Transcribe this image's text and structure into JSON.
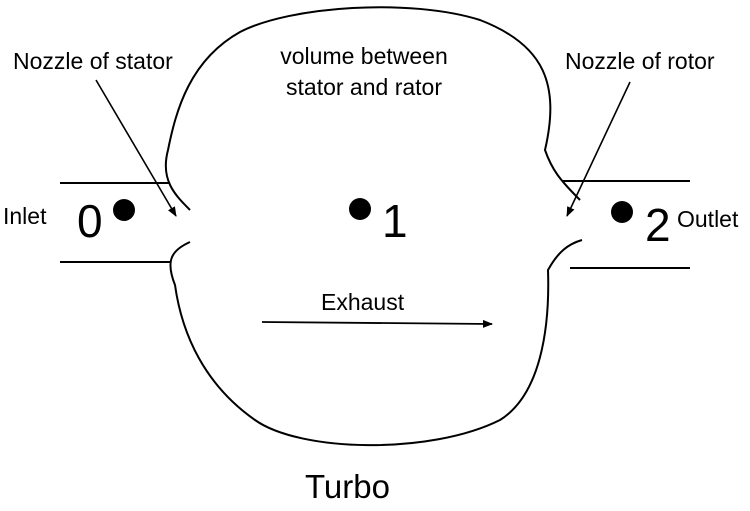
{
  "labels": {
    "nozzle_stator": "Nozzle of stator",
    "nozzle_rotor": "Nozzle of rotor",
    "volume_line1": "volume between",
    "volume_line2": "stator and rator",
    "inlet": "Inlet",
    "outlet": "Outlet",
    "point_0": "0",
    "point_1": "1",
    "point_2": "2",
    "exhaust": "Exhaust",
    "title": "Turbo"
  },
  "colors": {
    "stroke": "#000000",
    "background": "#ffffff"
  }
}
